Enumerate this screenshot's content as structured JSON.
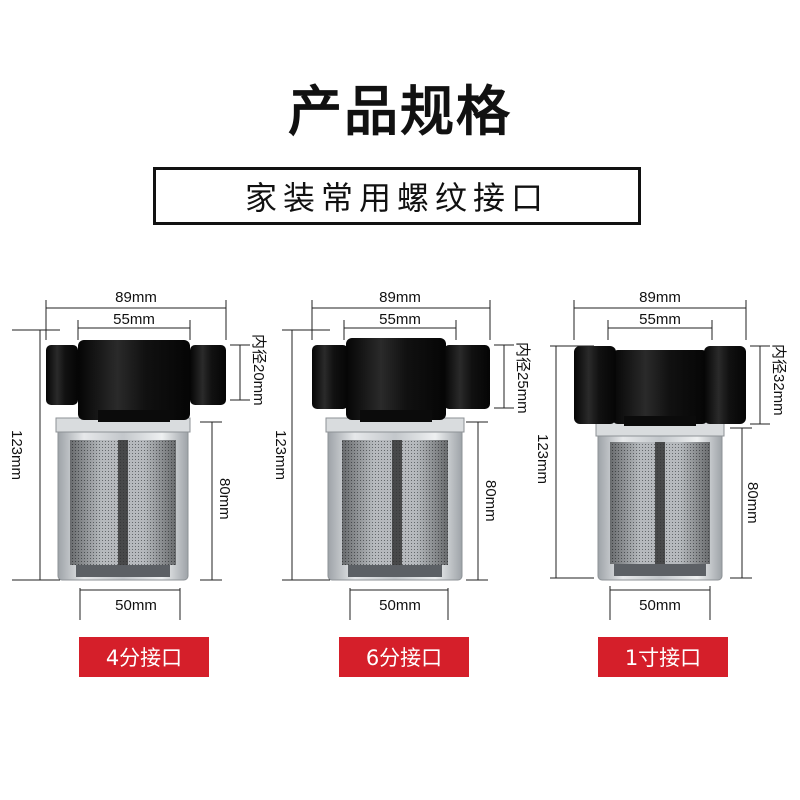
{
  "header": {
    "title": "产品规格",
    "subtitle": "家装常用螺纹接口"
  },
  "products": [
    {
      "badge": "4分接口",
      "width_top": "89mm",
      "width_body": "55mm",
      "inner_diameter": "内径20mm",
      "height_total": "123mm",
      "height_bowl": "80mm",
      "width_bottom": "50mm"
    },
    {
      "badge": "6分接口",
      "width_top": "89mm",
      "width_body": "55mm",
      "inner_diameter": "内径25mm",
      "height_total": "123mm",
      "height_bowl": "80mm",
      "width_bottom": "50mm"
    },
    {
      "badge": "1寸接口",
      "width_top": "89mm",
      "width_body": "55mm",
      "inner_diameter": "内径32mm",
      "height_total": "123mm",
      "height_bowl": "80mm",
      "width_bottom": "50mm"
    }
  ],
  "colors": {
    "badge_red": "#d51f2a",
    "housing_black": "#161616",
    "bowl_clear": "#c9cdd1"
  }
}
